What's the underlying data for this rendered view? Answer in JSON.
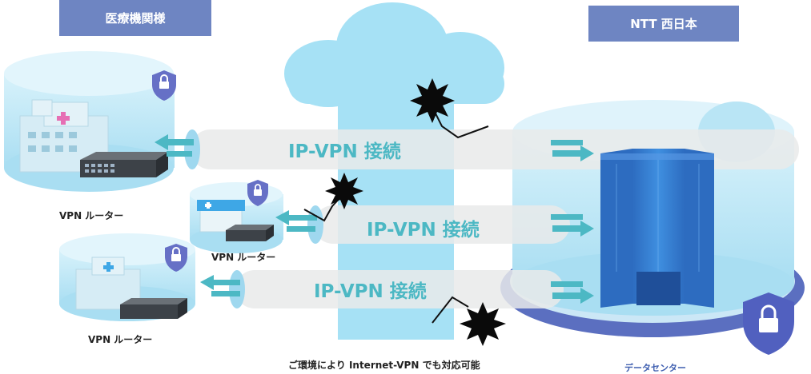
{
  "headers": {
    "left": "医療機関様",
    "right": "NTT 西日本"
  },
  "tunnels": [
    {
      "label": "IP-VPN 接続"
    },
    {
      "label": "IP-VPN 接続"
    },
    {
      "label": "IP-VPN 接続"
    }
  ],
  "router_captions": {
    "site1": "VPN ルーター",
    "site2": "VPN ルーター",
    "site3": "VPN ルーター"
  },
  "datacenter_caption": "データセンター",
  "footnote": "ご環境により Internet-VPN でも対応可能",
  "colors": {
    "header_bg": "#6e85c2",
    "tunnel_text": "#4cb8c4",
    "cloud": "#a6e1f5",
    "datacenter_caption": "#3f5fb0"
  }
}
